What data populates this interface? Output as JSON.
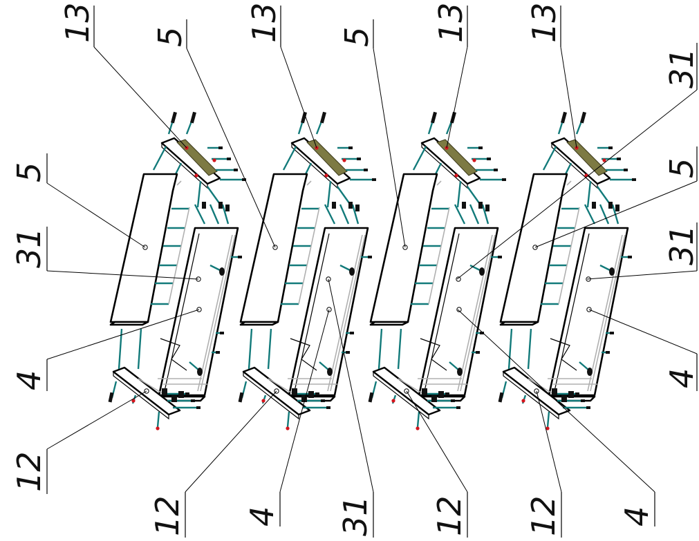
{
  "drawing": {
    "callouts_top": [
      "13",
      "5",
      "13",
      "5",
      "13",
      "13"
    ],
    "callouts_left": [
      "5",
      "31",
      "4",
      "12"
    ],
    "callouts_bottom": [
      "12",
      "4",
      "31",
      "12",
      "12",
      "4"
    ],
    "callouts_right": [
      "31",
      "5",
      "31",
      "4"
    ]
  },
  "colors": {
    "line": "#000000",
    "rod": "#127a7a",
    "plate_strip": "#7d7a43",
    "red_marker": "#d4141c",
    "hidden_line": "#b0b0b0"
  }
}
